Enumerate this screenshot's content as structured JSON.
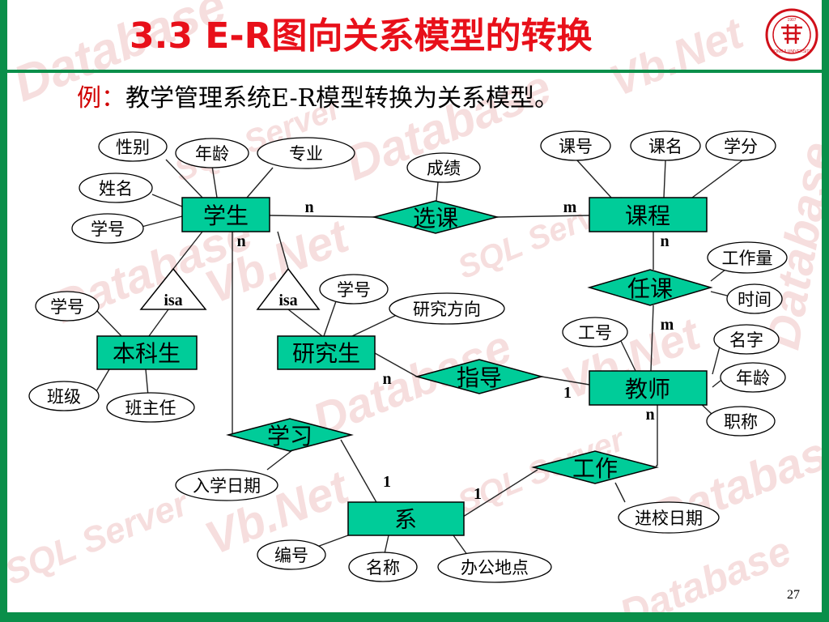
{
  "title": "3.3 E-R图向关系模型的转换",
  "subtitle": {
    "lead": "例：",
    "text": "教学管理系统E-R模型转换为关系模型。"
  },
  "page_number": "27",
  "logo": {
    "seal_text": "TONGJI UNIVERSITY",
    "year": "1907"
  },
  "watermark_words": [
    "Database",
    "Vb.Net",
    "SQL Server"
  ],
  "colors": {
    "accent_green": "#0a8f4a",
    "shape_fill": "#00cc99",
    "title_red": "#e8101a"
  },
  "diagram": {
    "entities": [
      {
        "id": "student",
        "label": "学生"
      },
      {
        "id": "course",
        "label": "课程"
      },
      {
        "id": "undergrad",
        "label": "本科生"
      },
      {
        "id": "postgrad",
        "label": "研究生"
      },
      {
        "id": "teacher",
        "label": "教师"
      },
      {
        "id": "dept",
        "label": "系"
      }
    ],
    "relationships": [
      {
        "id": "select_course",
        "label": "选课"
      },
      {
        "id": "teach_course",
        "label": "任课"
      },
      {
        "id": "advise",
        "label": "指导"
      },
      {
        "id": "study",
        "label": "学习"
      },
      {
        "id": "work",
        "label": "工作"
      }
    ],
    "isa": [
      {
        "id": "isa1",
        "label": "isa"
      },
      {
        "id": "isa2",
        "label": "isa"
      }
    ],
    "attributes": [
      {
        "id": "s_gender",
        "label": "性别"
      },
      {
        "id": "s_age",
        "label": "年龄"
      },
      {
        "id": "s_major",
        "label": "专业"
      },
      {
        "id": "s_name",
        "label": "姓名"
      },
      {
        "id": "s_id",
        "label": "学号"
      },
      {
        "id": "sc_grade",
        "label": "成绩"
      },
      {
        "id": "c_id",
        "label": "课号"
      },
      {
        "id": "c_name",
        "label": "课名"
      },
      {
        "id": "c_credit",
        "label": "学分"
      },
      {
        "id": "tc_workload",
        "label": "工作量"
      },
      {
        "id": "tc_time",
        "label": "时间"
      },
      {
        "id": "u_id",
        "label": "学号"
      },
      {
        "id": "u_class",
        "label": "班级"
      },
      {
        "id": "u_headteacher",
        "label": "班主任"
      },
      {
        "id": "p_id",
        "label": "学号"
      },
      {
        "id": "p_direction",
        "label": "研究方向"
      },
      {
        "id": "t_id",
        "label": "工号"
      },
      {
        "id": "t_name",
        "label": "名字"
      },
      {
        "id": "t_age",
        "label": "年龄"
      },
      {
        "id": "t_title",
        "label": "职称"
      },
      {
        "id": "st_enroll_date",
        "label": "入学日期"
      },
      {
        "id": "w_date",
        "label": "进校日期"
      },
      {
        "id": "d_id",
        "label": "编号"
      },
      {
        "id": "d_name",
        "label": "名称"
      },
      {
        "id": "d_office",
        "label": "办公地点"
      }
    ],
    "cardinalities": [
      {
        "id": "card_sc_student",
        "label": "n"
      },
      {
        "id": "card_sc_course",
        "label": "m"
      },
      {
        "id": "card_student_study",
        "label": "n"
      },
      {
        "id": "card_tc_course",
        "label": "n"
      },
      {
        "id": "card_tc_teacher",
        "label": "m"
      },
      {
        "id": "card_adv_postgrad",
        "label": "n"
      },
      {
        "id": "card_adv_teacher",
        "label": "1"
      },
      {
        "id": "card_work_teacher",
        "label": "n"
      },
      {
        "id": "card_study_dept",
        "label": "1"
      },
      {
        "id": "card_work_dept",
        "label": "1"
      }
    ]
  }
}
